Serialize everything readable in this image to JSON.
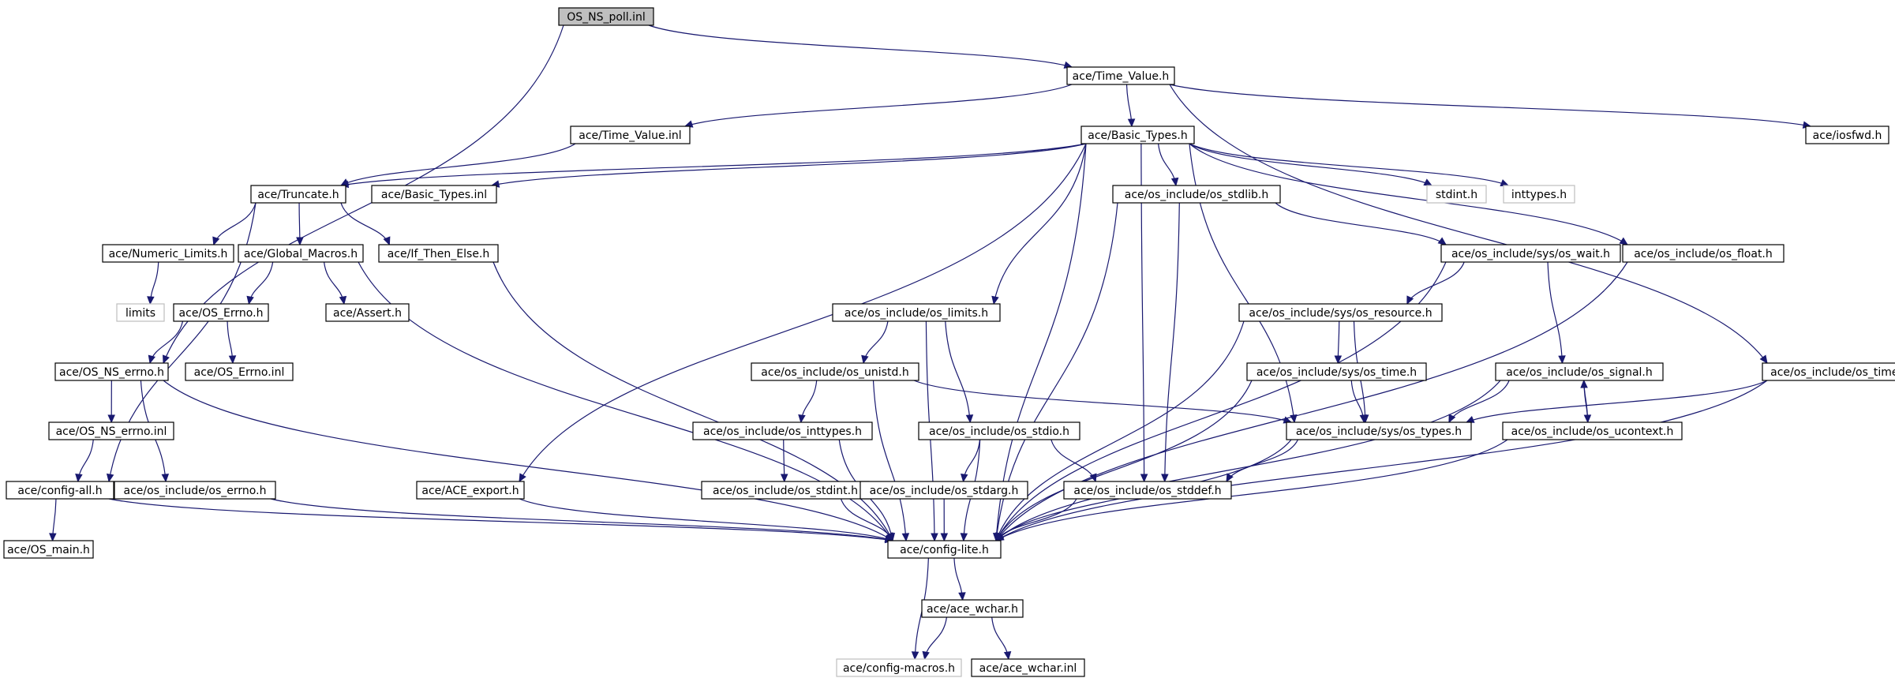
{
  "nodes": [
    {
      "id": "root",
      "label": "OS_NS_poll.inl",
      "kind": "root"
    },
    {
      "id": "tv",
      "label": "ace/Time_Value.h",
      "kind": "file"
    },
    {
      "id": "tvi",
      "label": "ace/Time_Value.inl",
      "kind": "file"
    },
    {
      "id": "bt",
      "label": "ace/Basic_Types.h",
      "kind": "file"
    },
    {
      "id": "iosfwd",
      "label": "ace/iosfwd.h",
      "kind": "file"
    },
    {
      "id": "trunc",
      "label": "ace/Truncate.h",
      "kind": "file"
    },
    {
      "id": "bti",
      "label": "ace/Basic_Types.inl",
      "kind": "file"
    },
    {
      "id": "stdlib",
      "label": "ace/os_include/os_stdlib.h",
      "kind": "file"
    },
    {
      "id": "stdint",
      "label": "stdint.h",
      "kind": "external"
    },
    {
      "id": "inttypes",
      "label": "inttypes.h",
      "kind": "external"
    },
    {
      "id": "numlim",
      "label": "ace/Numeric_Limits.h",
      "kind": "file"
    },
    {
      "id": "gmac",
      "label": "ace/Global_Macros.h",
      "kind": "file"
    },
    {
      "id": "ite",
      "label": "ace/If_Then_Else.h",
      "kind": "file"
    },
    {
      "id": "wait",
      "label": "ace/os_include/sys/os_wait.h",
      "kind": "file"
    },
    {
      "id": "float",
      "label": "ace/os_include/os_float.h",
      "kind": "file"
    },
    {
      "id": "limits",
      "label": "limits",
      "kind": "external"
    },
    {
      "id": "oserr",
      "label": "ace/OS_Errno.h",
      "kind": "file"
    },
    {
      "id": "assert",
      "label": "ace/Assert.h",
      "kind": "file"
    },
    {
      "id": "oslimits",
      "label": "ace/os_include/os_limits.h",
      "kind": "file"
    },
    {
      "id": "resource",
      "label": "ace/os_include/sys/os_resource.h",
      "kind": "file"
    },
    {
      "id": "nserr",
      "label": "ace/OS_NS_errno.h",
      "kind": "file"
    },
    {
      "id": "oserri",
      "label": "ace/OS_Errno.inl",
      "kind": "file"
    },
    {
      "id": "unistd",
      "label": "ace/os_include/os_unistd.h",
      "kind": "file"
    },
    {
      "id": "systime",
      "label": "ace/os_include/sys/os_time.h",
      "kind": "file"
    },
    {
      "id": "signal",
      "label": "ace/os_include/os_signal.h",
      "kind": "file"
    },
    {
      "id": "ostime",
      "label": "ace/os_include/os_time.h",
      "kind": "file"
    },
    {
      "id": "nserri",
      "label": "ace/OS_NS_errno.inl",
      "kind": "file"
    },
    {
      "id": "osinttypes",
      "label": "ace/os_include/os_inttypes.h",
      "kind": "file"
    },
    {
      "id": "stdio",
      "label": "ace/os_include/os_stdio.h",
      "kind": "file"
    },
    {
      "id": "types",
      "label": "ace/os_include/sys/os_types.h",
      "kind": "file"
    },
    {
      "id": "ucontext",
      "label": "ace/os_include/os_ucontext.h",
      "kind": "file"
    },
    {
      "id": "configall",
      "label": "ace/config-all.h",
      "kind": "file"
    },
    {
      "id": "oserrno",
      "label": "ace/os_include/os_errno.h",
      "kind": "file"
    },
    {
      "id": "export",
      "label": "ace/ACE_export.h",
      "kind": "file"
    },
    {
      "id": "osstdint",
      "label": "ace/os_include/os_stdint.h",
      "kind": "file"
    },
    {
      "id": "stdarg",
      "label": "ace/os_include/os_stdarg.h",
      "kind": "file"
    },
    {
      "id": "stddef",
      "label": "ace/os_include/os_stddef.h",
      "kind": "file"
    },
    {
      "id": "osmain",
      "label": "ace/OS_main.h",
      "kind": "file"
    },
    {
      "id": "cfglite",
      "label": "ace/config-lite.h",
      "kind": "file"
    },
    {
      "id": "wchar",
      "label": "ace/ace_wchar.h",
      "kind": "file"
    },
    {
      "id": "macros",
      "label": "ace/config-macros.h",
      "kind": "external"
    },
    {
      "id": "wchari",
      "label": "ace/ace_wchar.inl",
      "kind": "file"
    }
  ],
  "edges": [
    [
      "root",
      "tv"
    ],
    [
      "root",
      "nserr"
    ],
    [
      "tv",
      "tvi"
    ],
    [
      "tv",
      "bt"
    ],
    [
      "tv",
      "iosfwd"
    ],
    [
      "tv",
      "ostime"
    ],
    [
      "tvi",
      "trunc"
    ],
    [
      "bt",
      "bti"
    ],
    [
      "bt",
      "stdlib"
    ],
    [
      "bt",
      "stdint"
    ],
    [
      "bt",
      "inttypes"
    ],
    [
      "bt",
      "float"
    ],
    [
      "bt",
      "oslimits"
    ],
    [
      "bt",
      "export"
    ],
    [
      "bt",
      "cfglite"
    ],
    [
      "bt",
      "stddef"
    ],
    [
      "bt",
      "types"
    ],
    [
      "bt",
      "trunc"
    ],
    [
      "trunc",
      "numlim"
    ],
    [
      "trunc",
      "gmac"
    ],
    [
      "trunc",
      "ite"
    ],
    [
      "trunc",
      "configall"
    ],
    [
      "numlim",
      "limits"
    ],
    [
      "gmac",
      "oserr"
    ],
    [
      "gmac",
      "assert"
    ],
    [
      "gmac",
      "cfglite"
    ],
    [
      "ite",
      "cfglite"
    ],
    [
      "oserr",
      "nserr"
    ],
    [
      "oserr",
      "oserri"
    ],
    [
      "nserr",
      "nserri"
    ],
    [
      "nserr",
      "oserrno"
    ],
    [
      "nserr",
      "cfglite"
    ],
    [
      "nserri",
      "configall"
    ],
    [
      "configall",
      "osmain"
    ],
    [
      "configall",
      "cfglite"
    ],
    [
      "oserrno",
      "cfglite"
    ],
    [
      "export",
      "cfglite"
    ],
    [
      "stdlib",
      "wait"
    ],
    [
      "stdlib",
      "stddef"
    ],
    [
      "stdlib",
      "cfglite"
    ],
    [
      "wait",
      "resource"
    ],
    [
      "wait",
      "signal"
    ],
    [
      "wait",
      "cfglite"
    ],
    [
      "float",
      "cfglite"
    ],
    [
      "oslimits",
      "unistd"
    ],
    [
      "oslimits",
      "stdio"
    ],
    [
      "oslimits",
      "cfglite"
    ],
    [
      "resource",
      "systime"
    ],
    [
      "resource",
      "types"
    ],
    [
      "resource",
      "cfglite"
    ],
    [
      "unistd",
      "osinttypes"
    ],
    [
      "unistd",
      "types"
    ],
    [
      "unistd",
      "cfglite"
    ],
    [
      "systime",
      "types"
    ],
    [
      "systime",
      "cfglite"
    ],
    [
      "signal",
      "types"
    ],
    [
      "signal",
      "ucontext"
    ],
    [
      "signal",
      "cfglite"
    ],
    [
      "ucontext",
      "signal"
    ],
    [
      "ucontext",
      "cfglite"
    ],
    [
      "ostime",
      "types"
    ],
    [
      "ostime",
      "cfglite"
    ],
    [
      "osinttypes",
      "osstdint"
    ],
    [
      "osinttypes",
      "cfglite"
    ],
    [
      "osstdint",
      "cfglite"
    ],
    [
      "stdio",
      "stdarg"
    ],
    [
      "stdio",
      "stddef"
    ],
    [
      "stdio",
      "cfglite"
    ],
    [
      "stdarg",
      "cfglite"
    ],
    [
      "types",
      "stddef"
    ],
    [
      "types",
      "cfglite"
    ],
    [
      "stddef",
      "cfglite"
    ],
    [
      "cfglite",
      "wchar"
    ],
    [
      "cfglite",
      "macros"
    ],
    [
      "wchar",
      "macros"
    ],
    [
      "wchar",
      "wchari"
    ]
  ],
  "colors": {
    "edge": "#191970",
    "root_fill": "#bfbfbf",
    "node_fill": "#ffffff",
    "node_border": "#000000",
    "external_border": "#bfbfbf"
  }
}
